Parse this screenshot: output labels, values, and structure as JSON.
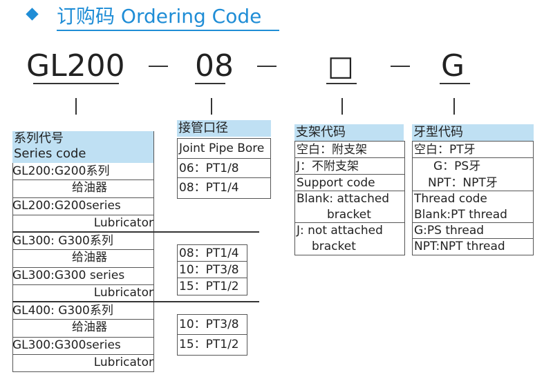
{
  "header": {
    "title": "订购码 Ordering Code"
  },
  "code_parts": [
    "GL200",
    "08",
    "□",
    "G"
  ],
  "dash": "—",
  "series": {
    "header_cn": "系列代号",
    "header_en": "Series code",
    "groups": [
      {
        "cn_line1": "GL200:G200系列",
        "cn_line2": "给油器",
        "en_line1": "GL200:G200series",
        "en_line2": "Lubricator"
      },
      {
        "cn_line1": "GL300: G300系列",
        "cn_line2": "给油器",
        "en_line1": "GL300:G300 series",
        "en_line2": "Lubricator"
      },
      {
        "cn_line1": "GL400: G300系列",
        "cn_line2": "给油器",
        "en_line1": "GL300:G300series",
        "en_line2": "Lubricator"
      }
    ]
  },
  "bore": {
    "header_cn": "接管口径",
    "header_en": "Joint Pipe Bore",
    "group1": [
      "06：PT1/8",
      "08：PT1/4"
    ],
    "group2": [
      "08：PT1/4",
      "10：PT3/8",
      "15：PT1/2"
    ],
    "group3": [
      "10：PT3/8",
      "15：PT1/2"
    ]
  },
  "support": {
    "header_cn": "支架代码",
    "rows": [
      "空白：附支架",
      "J：不附支架",
      "Support code",
      "Blank: attached",
      "bracket",
      "J: not attached",
      "bracket"
    ]
  },
  "thread": {
    "header_cn": "牙型代码",
    "rows": [
      "空白：PT牙",
      "G：PS牙",
      "NPT：NPT牙",
      "Thread code",
      "Blank:PT thread",
      "G:PS thread",
      "NPT:NPT thread"
    ]
  }
}
